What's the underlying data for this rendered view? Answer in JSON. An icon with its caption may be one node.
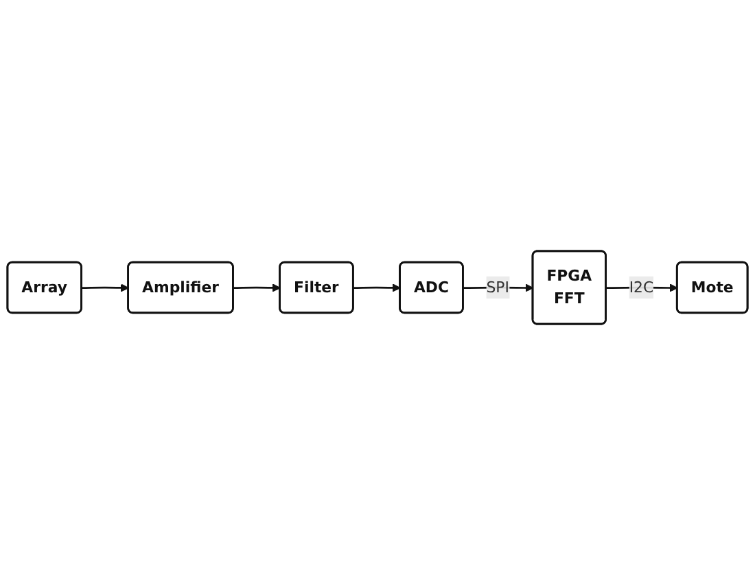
{
  "diagram": {
    "nodes": [
      {
        "text": [
          "Array"
        ]
      },
      {
        "text": [
          "Amplifier"
        ]
      },
      {
        "text": [
          "Filter"
        ]
      },
      {
        "text": [
          "ADC"
        ]
      },
      {
        "text": [
          "FPGA",
          "FFT"
        ]
      },
      {
        "text": [
          "Mote"
        ]
      }
    ],
    "edges": [
      {
        "from": 0,
        "to": 1,
        "arrow": "to"
      },
      {
        "from": 1,
        "to": 2,
        "arrow": "to"
      },
      {
        "from": 2,
        "to": 3,
        "arrow": "to"
      },
      {
        "from": 3,
        "to": 4,
        "label": "SPI",
        "arrow": "to"
      },
      {
        "from": 4,
        "to": 5,
        "label": "I2C",
        "arrow": "to"
      }
    ]
  }
}
